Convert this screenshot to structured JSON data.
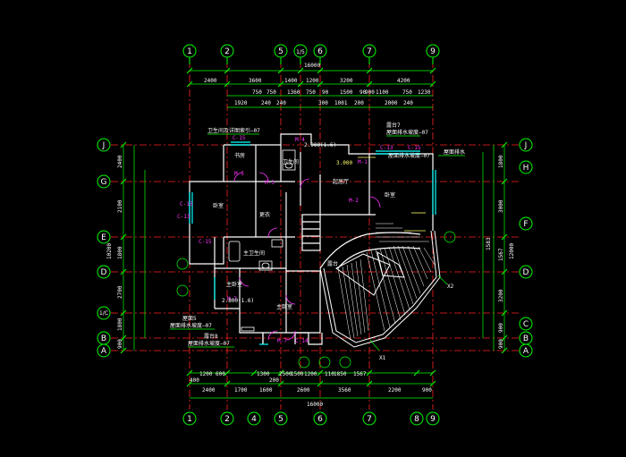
{
  "colors": {
    "background": "#000000",
    "grid_axis": "#00ff00",
    "dimension": "#00ff00",
    "axis_bubble": "#00ff00",
    "wall": "#ffffff",
    "window": "#00ffff",
    "door": "#ff33ff",
    "centerline": "#ff2222",
    "text": "#ffffff",
    "text_yellow": "#ffff66"
  },
  "axes_top": [
    "1",
    "2",
    "5",
    "1/5",
    "6",
    "7",
    "9"
  ],
  "axes_bottom": [
    "1",
    "2",
    "4",
    "5",
    "6",
    "7",
    "8",
    "9"
  ],
  "axes_left": [
    "J",
    "G",
    "E",
    "D",
    "1/C",
    "B",
    "A"
  ],
  "axes_right": [
    "J",
    "H",
    "F",
    "D",
    "C",
    "B",
    "A"
  ],
  "top_dims": {
    "total": "16000",
    "row1": [
      "2400",
      "3600",
      "1400",
      "1200",
      "3200",
      "4200"
    ],
    "row2": [
      "750",
      "750",
      "1360",
      "750",
      "90",
      "1500",
      "90",
      "900",
      "1100",
      "750",
      "1230"
    ],
    "row3": [
      "1920",
      "240",
      "240",
      "300",
      "1001",
      "200",
      "2000",
      "240"
    ]
  },
  "bottom_dims": {
    "total": "16000",
    "row1": [
      "2400",
      "1700",
      "1600",
      "2600",
      "3560",
      "2200",
      "900"
    ],
    "row2": [
      "400",
      "1200",
      "600",
      "1300",
      "2500",
      "1500",
      "1200",
      "200",
      "1850",
      "1567",
      "110"
    ]
  },
  "left_dims": [
    "2400",
    "2100",
    "1800",
    "2700",
    "1800",
    "900",
    "10200"
  ],
  "right_dims": [
    "1800",
    "3000",
    "1567",
    "3200",
    "900",
    "900",
    "12000",
    "1583"
  ],
  "rooms": [
    "主卧室",
    "卧室",
    "卫生间",
    "书房",
    "起居厅",
    "主卫生间",
    "卧室",
    "更衣",
    "主卧室",
    "露台"
  ],
  "notes": [
    "卫生间及详图索引—07",
    "2.900(1.6)",
    "3.000",
    "露台7",
    "屋面排水坡度—07",
    "屋面排水",
    "屋面5",
    "屋面排水坡度—07",
    "露台8",
    "屋面排水坡度—07",
    "屋面排水坡度—07",
    "2.800(1.6)"
  ],
  "symbols": [
    "X1",
    "X2"
  ],
  "window_codes": [
    "C-13",
    "C-15",
    "C-13",
    "C-15",
    "C-13",
    "C-15",
    "C-14"
  ],
  "door_codes": [
    "M-5",
    "M-4",
    "M-3",
    "M-2",
    "M-1",
    "M-7",
    "M-7"
  ]
}
